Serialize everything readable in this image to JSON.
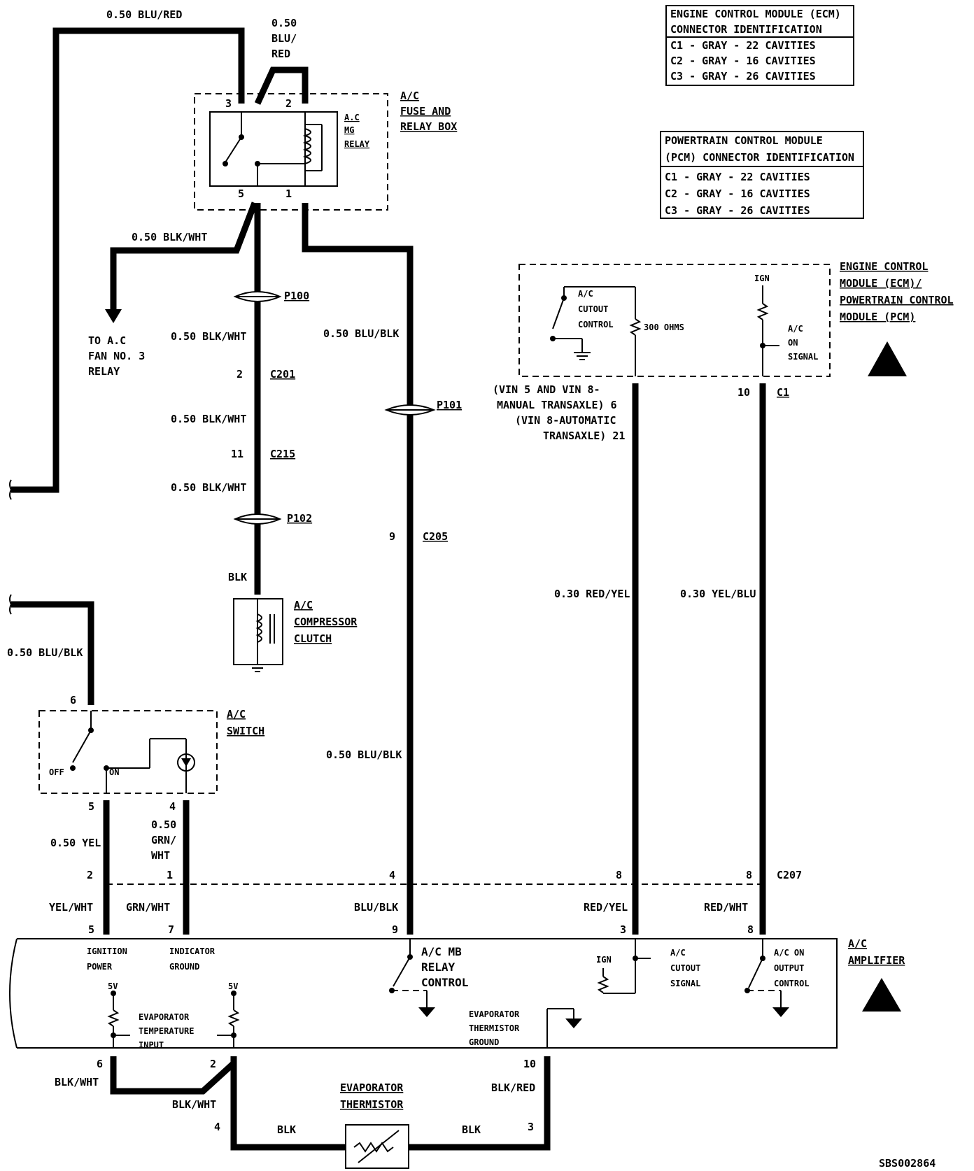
{
  "ecm_table": {
    "title1": "ENGINE CONTROL MODULE (ECM)",
    "title2": "CONNECTOR IDENTIFICATION",
    "rows": [
      "C1 - GRAY - 22 CAVITIES",
      "C2 - GRAY - 16 CAVITIES",
      "C3 - GRAY - 26 CAVITIES"
    ]
  },
  "pcm_table": {
    "title1": "POWERTRAIN CONTROL MODULE",
    "title2": "(PCM) CONNECTOR IDENTIFICATION",
    "rows": [
      "C1 - GRAY - 22 CAVITIES",
      "C2 - GRAY - 16 CAVITIES",
      "C3 - GRAY - 26 CAVITIES"
    ]
  },
  "relay_box": {
    "title": [
      "A/C",
      "FUSE AND",
      "RELAY BOX"
    ],
    "relay": [
      "A.C",
      "MG",
      "RELAY"
    ],
    "pins": [
      "3",
      "2",
      "5",
      "1"
    ]
  },
  "ecm_module": {
    "title": [
      "ENGINE CONTROL",
      "MODULE (ECM)/",
      "POWERTRAIN CONTROL",
      "MODULE (PCM)"
    ],
    "cutout": [
      "A/C",
      "CUTOUT",
      "CONTROL"
    ],
    "resistor": "300 OHMS",
    "ign": "IGN",
    "on_signal": [
      "A/C",
      "ON",
      "SIGNAL"
    ],
    "pin6_note": [
      "(VIN 5 AND VIN 8-",
      "MANUAL TRANSAXLE) 6",
      "(VIN 8-AUTOMATIC",
      "TRANSAXLE) 21"
    ],
    "pin10": "10",
    "connector": "C1"
  },
  "wires": {
    "top_left": "0.50 BLU/RED",
    "top_mid": [
      "0.50",
      "BLU/",
      "RED"
    ],
    "blk_wht": "0.50 BLK/WHT",
    "to_fan": [
      "TO A.C",
      "FAN NO. 3",
      "RELAY"
    ],
    "blu_blk": "0.50 BLU/BLK",
    "blk": "BLK",
    "red_yel": "0.30 RED/YEL",
    "yel_blu": "0.30 YEL/BLU",
    "yel": "0.50 YEL",
    "grn_wht": [
      "0.50",
      "GRN/",
      "WHT"
    ]
  },
  "connectors": {
    "p100": "P100",
    "p101": "P101",
    "p102": "P102",
    "c201": "C201",
    "c201_pin": "2",
    "c215": "C215",
    "c215_pin": "11",
    "c205": "C205",
    "c205_pin": "9",
    "c207": "C207",
    "c207_pins": [
      "2",
      "1",
      "4",
      "8",
      "8"
    ]
  },
  "compressor": [
    "A/C",
    "COMPRESSOR",
    "CLUTCH"
  ],
  "switch": {
    "title": [
      "A/C",
      "SWITCH"
    ],
    "off": "OFF",
    "on": "ON",
    "pins": [
      "6",
      "5",
      "4"
    ]
  },
  "lower_wires": [
    "YEL/WHT",
    "GRN/WHT",
    "BLU/BLK",
    "RED/YEL",
    "RED/WHT"
  ],
  "amplifier": {
    "title": [
      "A/C",
      "AMPLIFIER"
    ],
    "pins_top": [
      "5",
      "7",
      "9",
      "3",
      "8"
    ],
    "ign_power": [
      "IGNITION",
      "POWER"
    ],
    "ind_ground": [
      "INDICATOR",
      "GROUND"
    ],
    "mb_relay": [
      "A/C MB",
      "RELAY",
      "CONTROL"
    ],
    "ign": "IGN",
    "cutout_signal": [
      "A/C",
      "CUTOUT",
      "SIGNAL"
    ],
    "on_output": [
      "A/C ON",
      "OUTPUT",
      "CONTROL"
    ],
    "v5": "5V",
    "evap_temp": [
      "EVAPORATOR",
      "TEMPERATURE",
      "INPUT"
    ],
    "evap_ground": [
      "EVAPORATOR",
      "THERMISTOR",
      "GROUND"
    ],
    "pins_bottom": [
      "6",
      "2",
      "10"
    ]
  },
  "thermistor": {
    "title": [
      "EVAPORATOR",
      "THERMISTOR"
    ],
    "pins": [
      "4",
      "3"
    ],
    "wire_left": "BLK/WHT",
    "wire_left2": "BLK/WHT",
    "wire_blk_left": "BLK",
    "wire_blk_right": "BLK",
    "wire_blk_red": "BLK/RED"
  },
  "footer": "SBS002864"
}
